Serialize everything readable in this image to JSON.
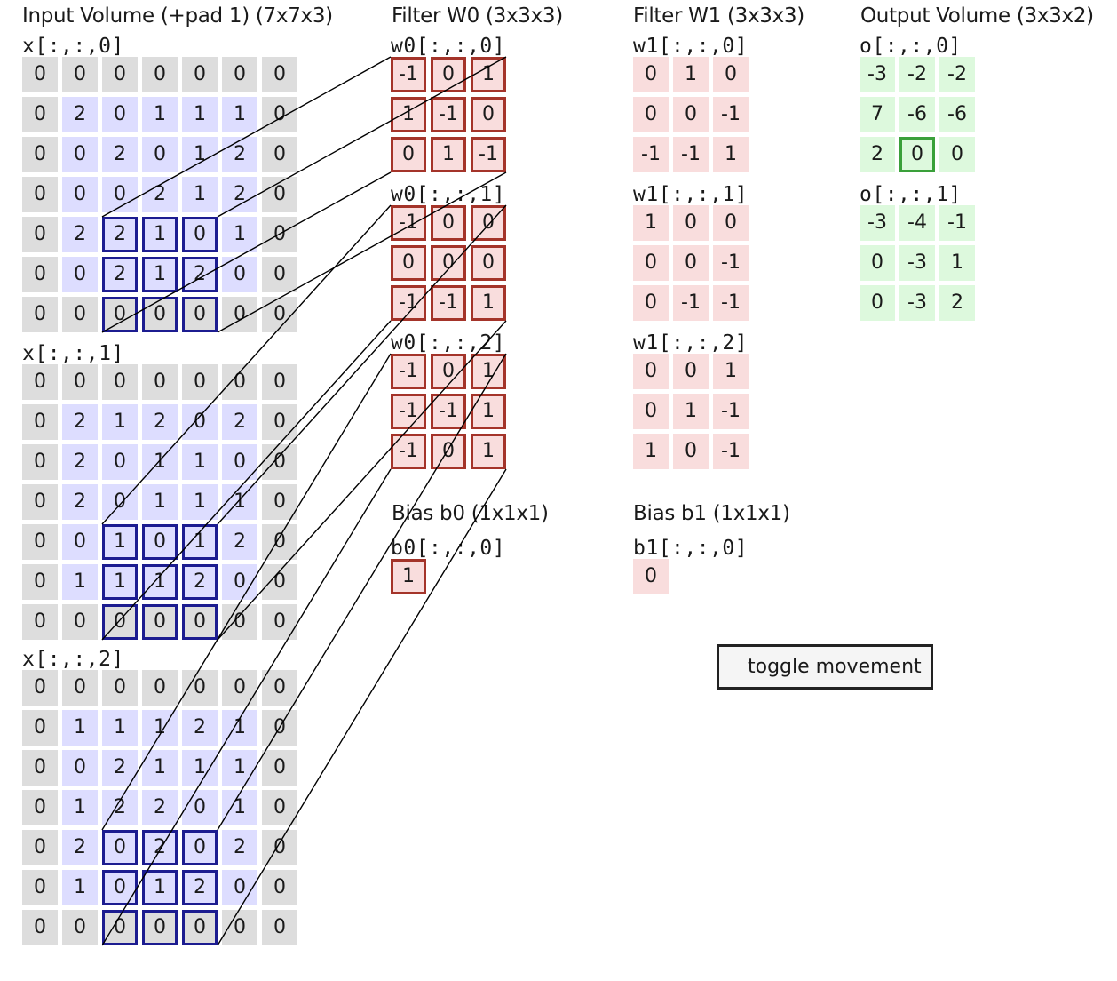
{
  "titles": {
    "input": "Input Volume (+pad 1) (7x7x3)",
    "filter0": "Filter W0 (3x3x3)",
    "filter1": "Filter W1 (3x3x3)",
    "output": "Output Volume (3x3x2)",
    "bias0": "Bias b0 (1x1x1)",
    "bias1": "Bias b1 (1x1x1)"
  },
  "input": {
    "labels": [
      "x[:,:,0]",
      "x[:,:,1]",
      "x[:,:,2]"
    ],
    "slices": [
      [
        [
          0,
          0,
          0,
          0,
          0,
          0,
          0
        ],
        [
          0,
          2,
          0,
          1,
          1,
          1,
          0
        ],
        [
          0,
          0,
          2,
          0,
          1,
          2,
          0
        ],
        [
          0,
          0,
          0,
          2,
          1,
          2,
          0
        ],
        [
          0,
          2,
          2,
          1,
          0,
          1,
          0
        ],
        [
          0,
          0,
          2,
          1,
          2,
          0,
          0
        ],
        [
          0,
          0,
          0,
          0,
          0,
          0,
          0
        ]
      ],
      [
        [
          0,
          0,
          0,
          0,
          0,
          0,
          0
        ],
        [
          0,
          2,
          1,
          2,
          0,
          2,
          0
        ],
        [
          0,
          2,
          0,
          1,
          1,
          0,
          0
        ],
        [
          0,
          2,
          0,
          1,
          1,
          1,
          0
        ],
        [
          0,
          0,
          1,
          0,
          1,
          2,
          0
        ],
        [
          0,
          1,
          1,
          1,
          2,
          0,
          0
        ],
        [
          0,
          0,
          0,
          0,
          0,
          0,
          0
        ]
      ],
      [
        [
          0,
          0,
          0,
          0,
          0,
          0,
          0
        ],
        [
          0,
          1,
          1,
          1,
          2,
          1,
          0
        ],
        [
          0,
          0,
          2,
          1,
          1,
          1,
          0
        ],
        [
          0,
          1,
          2,
          2,
          0,
          1,
          0
        ],
        [
          0,
          2,
          0,
          2,
          0,
          2,
          0
        ],
        [
          0,
          1,
          0,
          1,
          2,
          0,
          0
        ],
        [
          0,
          0,
          0,
          0,
          0,
          0,
          0
        ]
      ]
    ]
  },
  "filter0": {
    "labels": [
      "w0[:,:,0]",
      "w0[:,:,1]",
      "w0[:,:,2]"
    ],
    "slices": [
      [
        [
          -1,
          0,
          1
        ],
        [
          1,
          -1,
          0
        ],
        [
          0,
          1,
          -1
        ]
      ],
      [
        [
          -1,
          0,
          0
        ],
        [
          0,
          0,
          0
        ],
        [
          -1,
          -1,
          1
        ]
      ],
      [
        [
          -1,
          0,
          1
        ],
        [
          -1,
          -1,
          1
        ],
        [
          -1,
          0,
          1
        ]
      ]
    ]
  },
  "filter1": {
    "labels": [
      "w1[:,:,0]",
      "w1[:,:,1]",
      "w1[:,:,2]"
    ],
    "slices": [
      [
        [
          0,
          1,
          0
        ],
        [
          0,
          0,
          -1
        ],
        [
          -1,
          -1,
          1
        ]
      ],
      [
        [
          1,
          0,
          0
        ],
        [
          0,
          0,
          -1
        ],
        [
          0,
          -1,
          -1
        ]
      ],
      [
        [
          0,
          0,
          1
        ],
        [
          0,
          1,
          -1
        ],
        [
          1,
          0,
          -1
        ]
      ]
    ]
  },
  "bias0": {
    "label": "b0[:,:,0]",
    "value": 1
  },
  "bias1": {
    "label": "b1[:,:,0]",
    "value": 0
  },
  "output": {
    "labels": [
      "o[:,:,0]",
      "o[:,:,1]"
    ],
    "slices": [
      [
        [
          -3,
          -2,
          -2
        ],
        [
          7,
          -6,
          -6
        ],
        [
          2,
          0,
          0
        ]
      ],
      [
        [
          -3,
          -4,
          -1
        ],
        [
          0,
          -3,
          1
        ],
        [
          0,
          -3,
          2
        ]
      ]
    ]
  },
  "highlight": {
    "input_row": 4,
    "input_col": 2,
    "output_row": 2,
    "output_col": 1,
    "output_slice": 0,
    "filter": 0
  },
  "toggle_button": {
    "label": "toggle movement"
  },
  "colors": {
    "padding_cell": "#dddddd",
    "input_cell": "#ddddff",
    "filter_cell": "#f9dddd",
    "output_cell": "#ddf9dd",
    "input_highlight": "#1c1c90",
    "filter_highlight": "#a4342a",
    "output_highlight": "#3aa03a",
    "connector_line": "#000000"
  }
}
